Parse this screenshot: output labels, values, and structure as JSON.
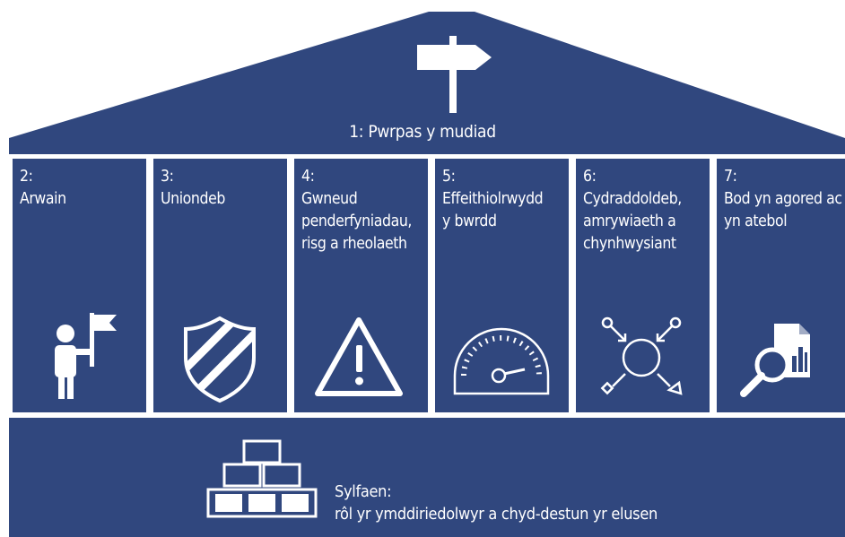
{
  "roof": {
    "label": "1: Pwrpas y mudiad",
    "icon": "signpost-icon"
  },
  "pillars": [
    {
      "number": "2:",
      "title": "Arwain",
      "icon": "leader-flag-icon"
    },
    {
      "number": "3:",
      "title": "Uniondeb",
      "icon": "shield-icon"
    },
    {
      "number": "4:",
      "title": "Gwneud\npenderfyniadau,\nrisg a rheolaeth",
      "icon": "warning-triangle-icon"
    },
    {
      "number": "5:",
      "title": "Effeithiolrwydd\ny bwrdd",
      "icon": "gauge-icon"
    },
    {
      "number": "6:",
      "title": "Cydraddoldeb,\namrywiaeth a\nchynhwysiant",
      "icon": "diversity-arrows-icon"
    },
    {
      "number": "7:",
      "title": "Bod yn agored ac\nyn atebol",
      "icon": "magnifier-report-icon"
    }
  ],
  "foundation": {
    "heading": "Sylfaen:",
    "text": "rôl yr ymddiriedolwyr a chyd-destun yr elusen",
    "icon": "building-blocks-icon"
  },
  "colors": {
    "primary": "#30477e",
    "text": "#ffffff",
    "background": "#ffffff"
  }
}
